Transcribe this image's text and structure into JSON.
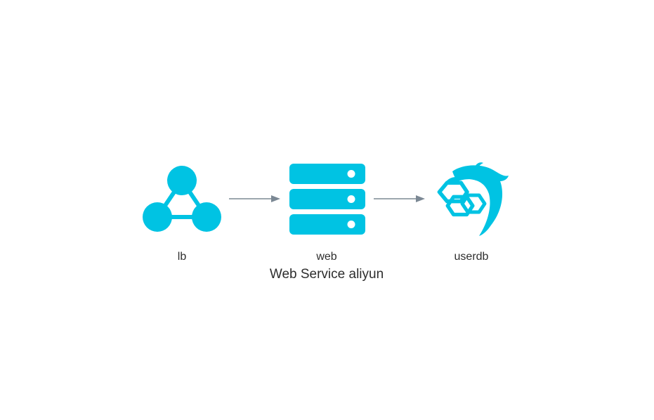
{
  "diagram": {
    "title": "Web Service aliyun",
    "accent_color": "#00c3e3",
    "edge_color": "#7b8894",
    "nodes": [
      {
        "id": "lb",
        "label": "lb",
        "icon": "load-balancer-icon"
      },
      {
        "id": "web",
        "label": "web",
        "icon": "server-rack-icon"
      },
      {
        "id": "userdb",
        "label": "userdb",
        "icon": "mysql-dolphin-icon"
      }
    ],
    "edges": [
      {
        "from": "lb",
        "to": "web"
      },
      {
        "from": "web",
        "to": "userdb"
      }
    ]
  }
}
